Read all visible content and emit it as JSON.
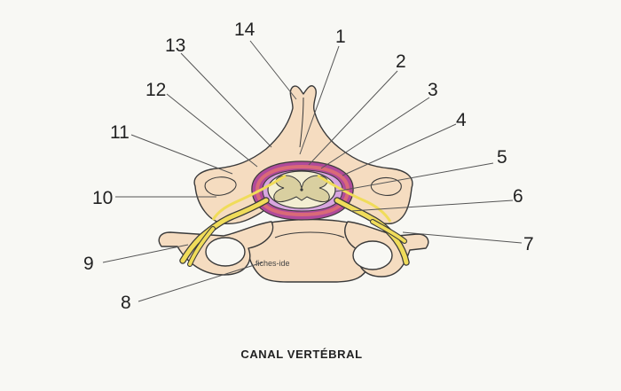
{
  "caption": "CANAL VERTÉBRAL",
  "watermark": "fiches-ide",
  "labels": [
    "1",
    "2",
    "3",
    "4",
    "5",
    "6",
    "7",
    "8",
    "9",
    "10",
    "11",
    "12",
    "13",
    "14"
  ],
  "colors": {
    "bone": "#f5dcc0",
    "dura": "#d96a78",
    "epidural_fat": "#b04a9a",
    "arachnoid_space": "#d8a6e0",
    "spinal_cord": "#f3eed2",
    "grey_matter": "#d9cfa0",
    "nerve": "#f0dc5a",
    "background": "#f8f8f4"
  }
}
